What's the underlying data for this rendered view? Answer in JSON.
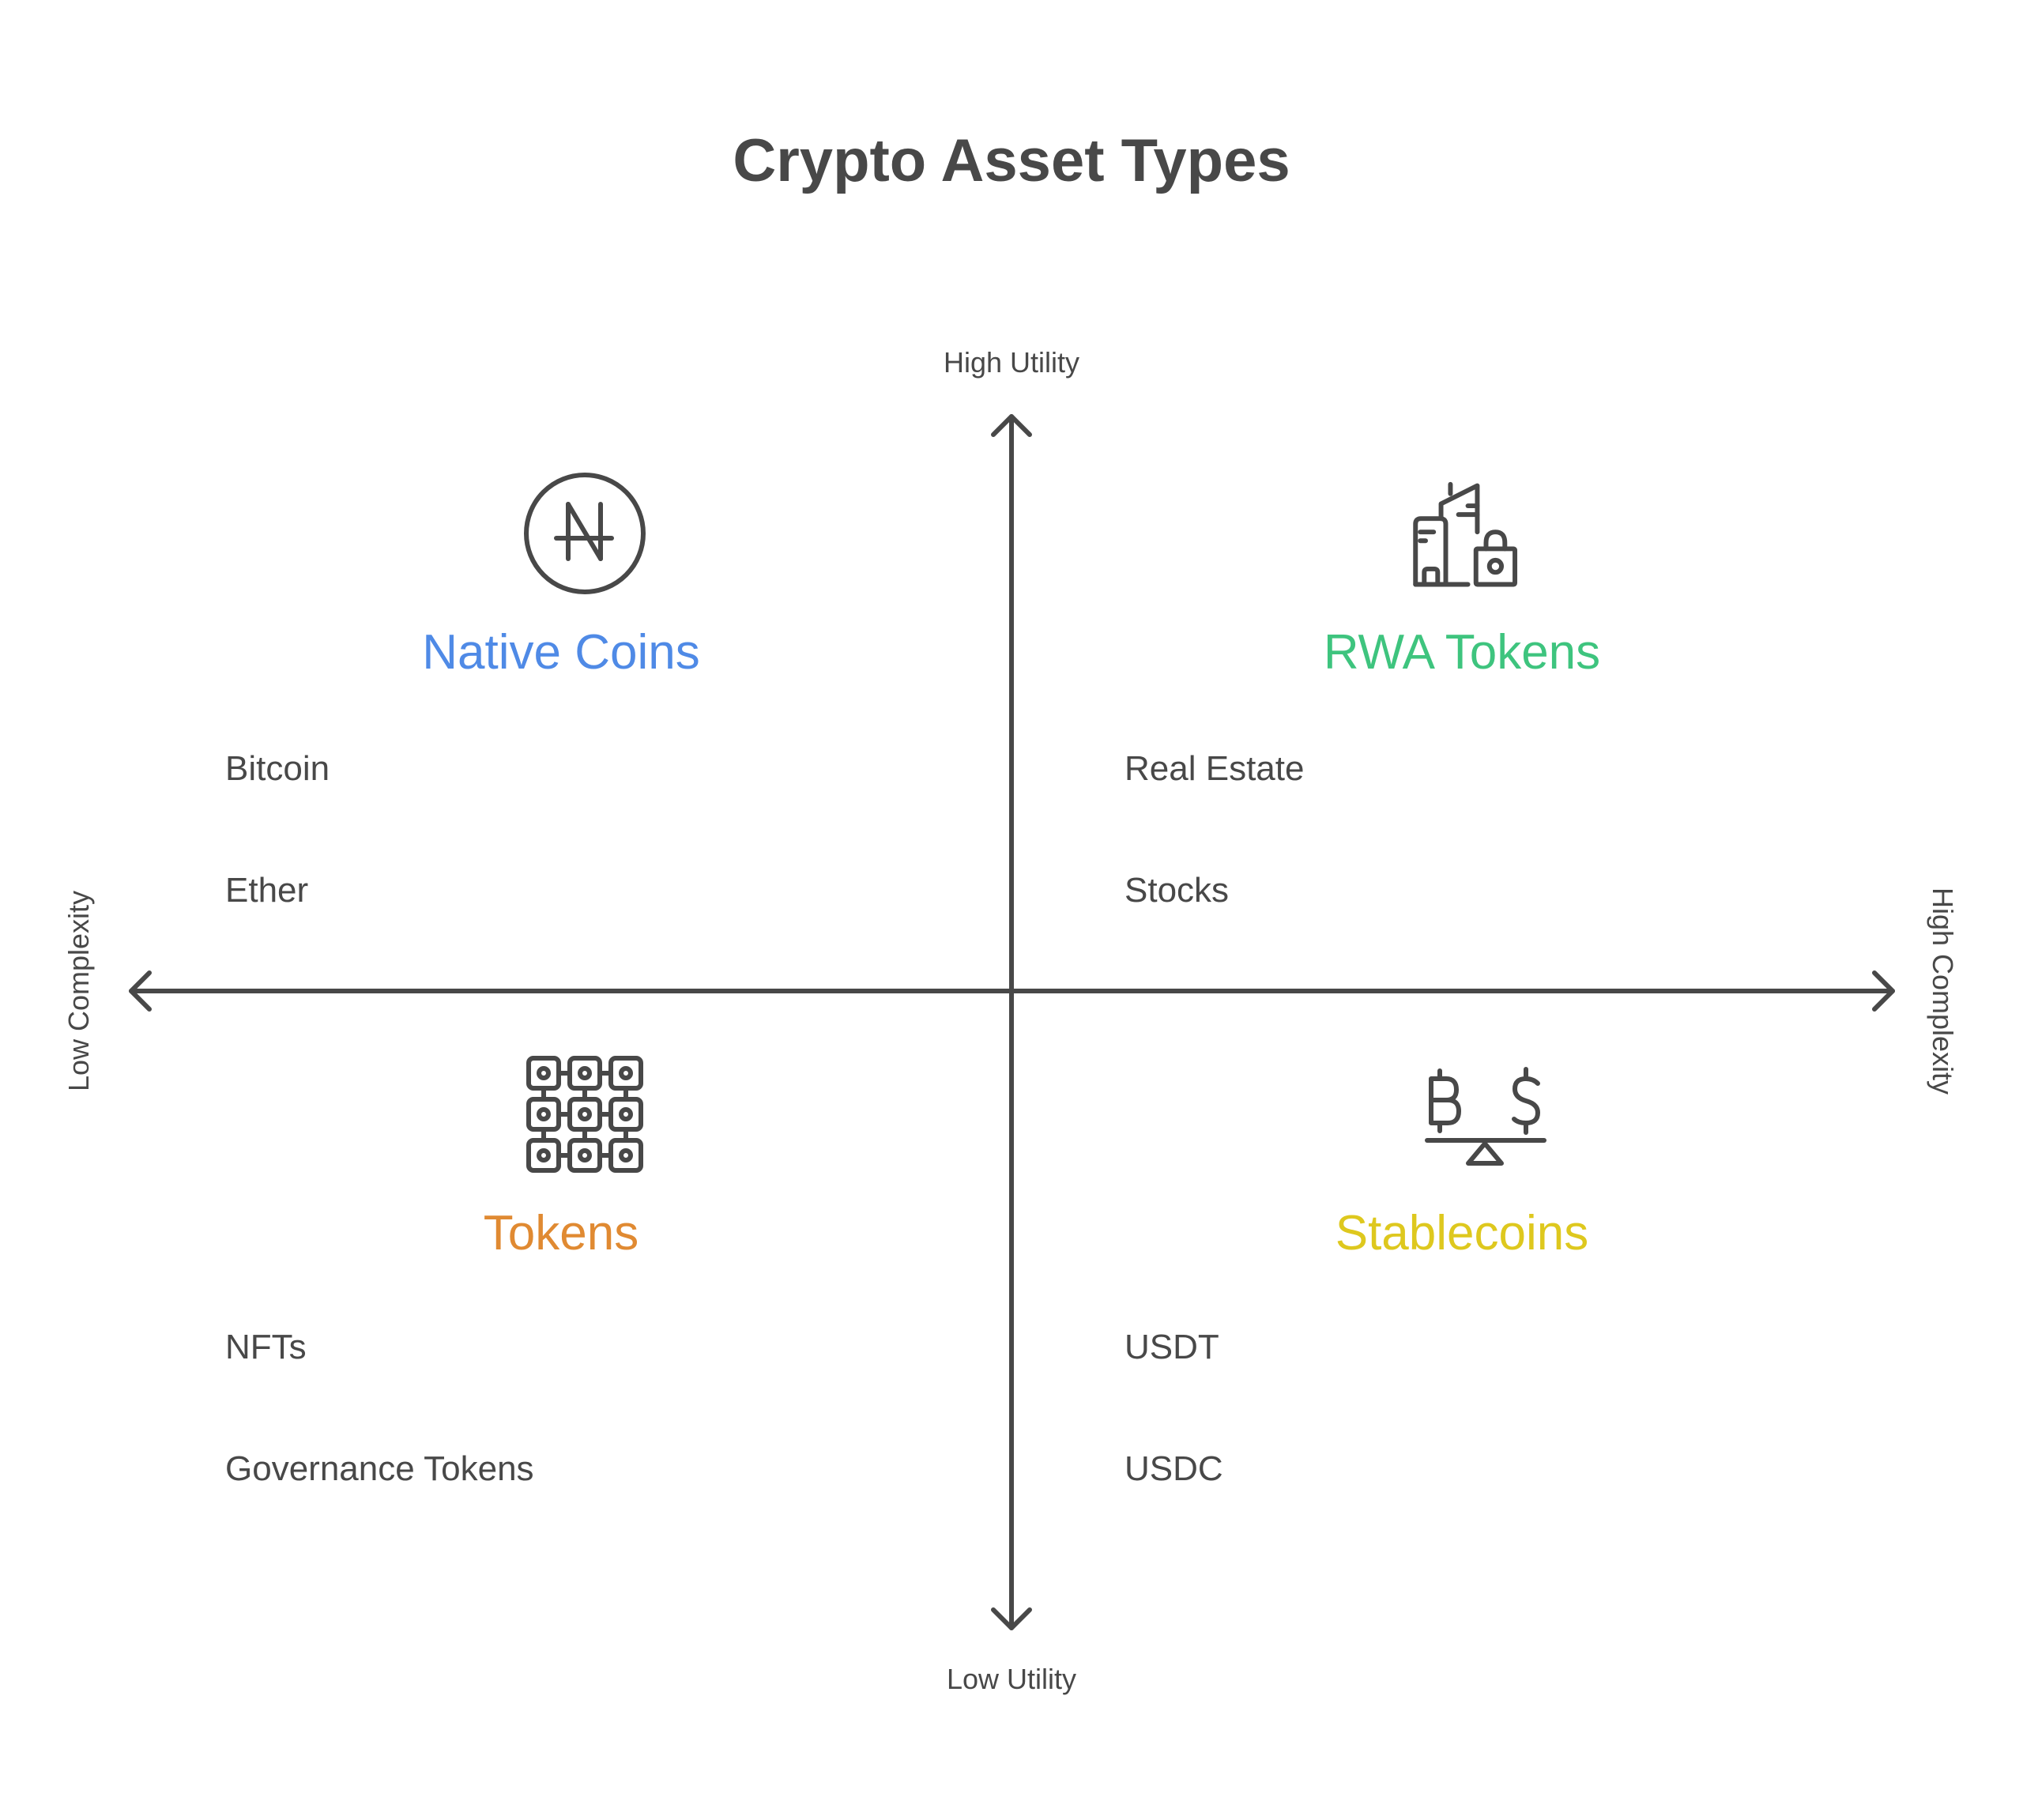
{
  "title": "Crypto Asset Types",
  "axes": {
    "top": "High Utility",
    "bottom": "Low Utility",
    "left": "Low Complexity",
    "right": "High Complexity"
  },
  "colors": {
    "axis": "#484848",
    "text": "#484848",
    "native_coins": "#4F8AE6",
    "rwa_tokens": "#3EC47E",
    "tokens": "#E08A32",
    "stablecoins": "#DEC81E"
  },
  "quadrants": {
    "top_left": {
      "title": "Native Coins",
      "icon": "naira-coin-icon",
      "items": [
        "Bitcoin",
        "Ether"
      ]
    },
    "top_right": {
      "title": "RWA Tokens",
      "icon": "buildings-lock-icon",
      "items": [
        "Real Estate",
        "Stocks"
      ]
    },
    "bottom_left": {
      "title": "Tokens",
      "icon": "blockchain-grid-icon",
      "items": [
        "NFTs",
        "Governance Tokens"
      ]
    },
    "bottom_right": {
      "title": "Stablecoins",
      "icon": "bitcoin-dollar-scale-icon",
      "items": [
        "USDT",
        "USDC"
      ]
    }
  }
}
